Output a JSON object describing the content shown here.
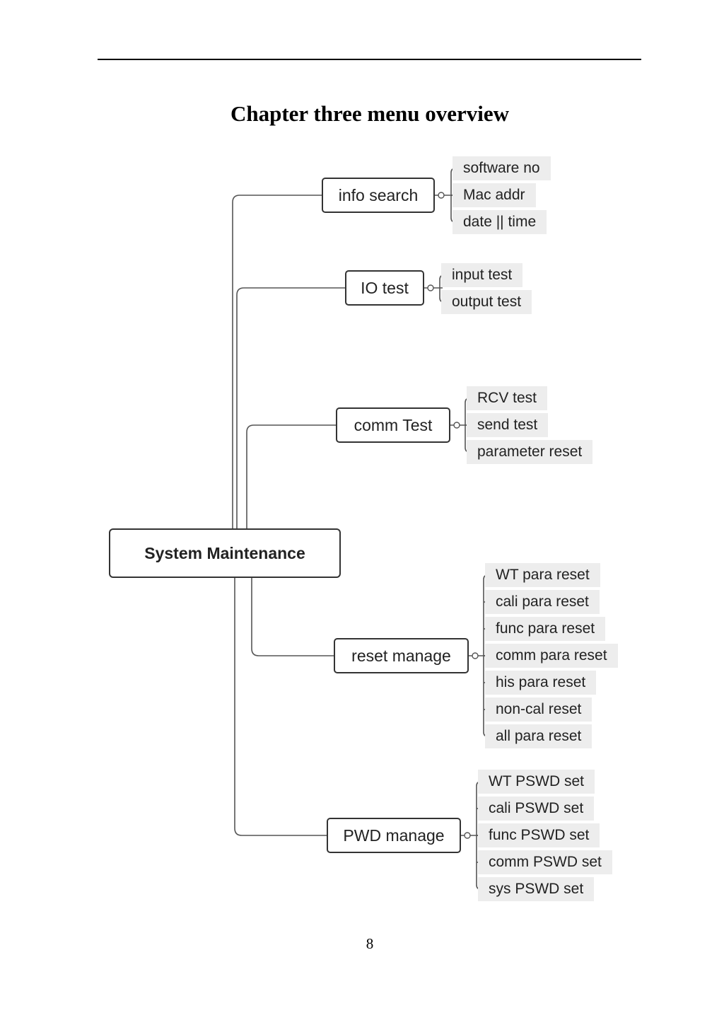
{
  "document": {
    "title": "Chapter three menu overview",
    "page_number": "8"
  },
  "mindmap": {
    "root": "System Maintenance",
    "branches": [
      {
        "label": "info search",
        "children": [
          "software no",
          "Mac addr",
          "date || time"
        ]
      },
      {
        "label": "IO test",
        "children": [
          "input test",
          "output test"
        ]
      },
      {
        "label": "comm Test",
        "children": [
          "RCV test",
          "send test",
          "parameter reset"
        ]
      },
      {
        "label": "reset manage",
        "children": [
          "WT para reset",
          "cali para reset",
          "func para reset",
          "comm para reset",
          "his para reset",
          "non-cal  reset",
          "all para reset"
        ]
      },
      {
        "label": "PWD manage",
        "children": [
          "WT PSWD set",
          "cali PSWD set",
          "func PSWD set",
          "comm PSWD set",
          "sys PSWD set"
        ]
      }
    ]
  }
}
